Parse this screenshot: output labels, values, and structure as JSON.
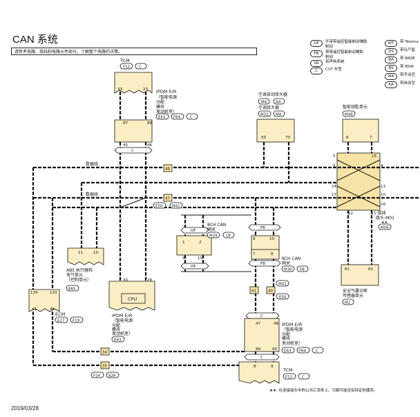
{
  "page": {
    "title": "CAN 系统",
    "note": "请参考电路、接线和电路元件部分，了解整个电路的详情。",
    "date": "2019/03/28",
    "footnote": "★★: 在连接接头中的公共汇流条上，引脚可能没有特定的顺序。"
  },
  "legend_left": [
    {
      "code": "OF",
      "text": "不带带遥控智能制动辅助\n制动"
    },
    {
      "code": "FB",
      "text": "带带遥控智能制动辅助\n制动"
    },
    {
      "code": "SN",
      "text": "带声呐系统"
    },
    {
      "code": "C",
      "text": "CVT 车型"
    }
  ],
  "legend_right": [
    {
      "code": "WT",
      "text": "带 Telema"
    },
    {
      "code": "DS",
      "text": "带日产智"
    },
    {
      "code": "BA",
      "text": "带 BASE"
    },
    {
      "code": "BS",
      "text": "带 BSW"
    },
    {
      "code": "MA",
      "text": "带手动空"
    },
    {
      "code": "AA",
      "text": "带自动空"
    }
  ],
  "labels": {
    "tcm_top": "TCM",
    "f12": "F12",
    "c": "C",
    "ipdm_top_name": "IPDM E/R",
    "ipdm_top_desc1": "（智能电源",
    "ipdm_top_desc2": "分配",
    "ipdm_top_desc3": "模块",
    "ipdm_top_desc4": "发动机室）",
    "e63": "E63",
    "f64": "F64",
    "hvac1": "空调自动放大器",
    "hvac2": "空调放大器",
    "m4": "M4",
    "aa": "AA",
    "m32": "M32",
    "ma": "MA",
    "smart_key": "智能钥匙单元",
    "m48": "M48",
    "data_line": "数据线",
    "e50": "E50",
    "m41": "M41",
    "fb": "FB",
    "of": "OF",
    "can8_1a": "8CH CAN",
    "can8_1b": "网关",
    "m29": "M29",
    "can8_2a": "8CH CAN",
    "can8_2b": "网关",
    "m30": "M30",
    "joint_a": "11 接线",
    "joint_b": "接头-M01",
    "stars": "★★",
    "m56": "M56",
    "abs1": "ABS 执行器和",
    "abs2": "电气单元",
    "abs3": "（控制单元）",
    "e65": "E65",
    "airbag1": "安全气囊诊断",
    "airbag2": "传感器单元",
    "m2": "M2",
    "ecm": "ECM",
    "e27": "E27",
    "f19": "F19",
    "cpu": "CPU",
    "ipdm_mid_name": "IPDM E/R",
    "ipdm_mid_desc1": "（智能电源",
    "ipdm_mid_desc2": "分配",
    "ipdm_mid_desc3": "模块",
    "ipdm_mid_desc4": "发动机室）",
    "ipdm_bot_name": "IPDM E/R",
    "ipdm_bot_desc1": "（智能电源",
    "ipdm_bot_desc2": "分配",
    "ipdm_bot_desc3": "模块",
    "ipdm_bot_desc4": "发动机室）",
    "f24": "F24",
    "e26": "E26",
    "tcm_bot": "TCM"
  },
  "pins": {
    "p33": "33",
    "p23": "23",
    "p87": "87",
    "p88": "88",
    "p45": "45",
    "p46": "46",
    "p50": "50",
    "p70": "70",
    "p6": "6",
    "p7": "7",
    "p5": "5",
    "p15": "15",
    "p9": "9",
    "p4": "4",
    "p14": "14",
    "p13": "13",
    "p17": "17",
    "p10": "10",
    "p16": "16",
    "p12": "12",
    "p48": "48",
    "p47": "47",
    "p41": "41",
    "p40": "40",
    "p34": "34",
    "p35": "35",
    "p1": "1",
    "p2": "2",
    "p9b": "9",
    "p10b": "10",
    "p9c": "9",
    "p10c": "10",
    "p7b": "7",
    "p8b": "8",
    "p11": "11",
    "p10d": "10",
    "p30": "30",
    "p28": "28",
    "p134": "134",
    "p133": "133",
    "p41b": "41",
    "p46b": "46",
    "p47b": "47",
    "p48b": "48",
    "p89": "89",
    "p90": "90",
    "p8c": "8",
    "p9d": "9",
    "p61": "61",
    "p62": "62"
  },
  "colors": {
    "module_fill": "#fbeec4",
    "splice_fill": "#f6e3a6",
    "line": "#111111"
  }
}
